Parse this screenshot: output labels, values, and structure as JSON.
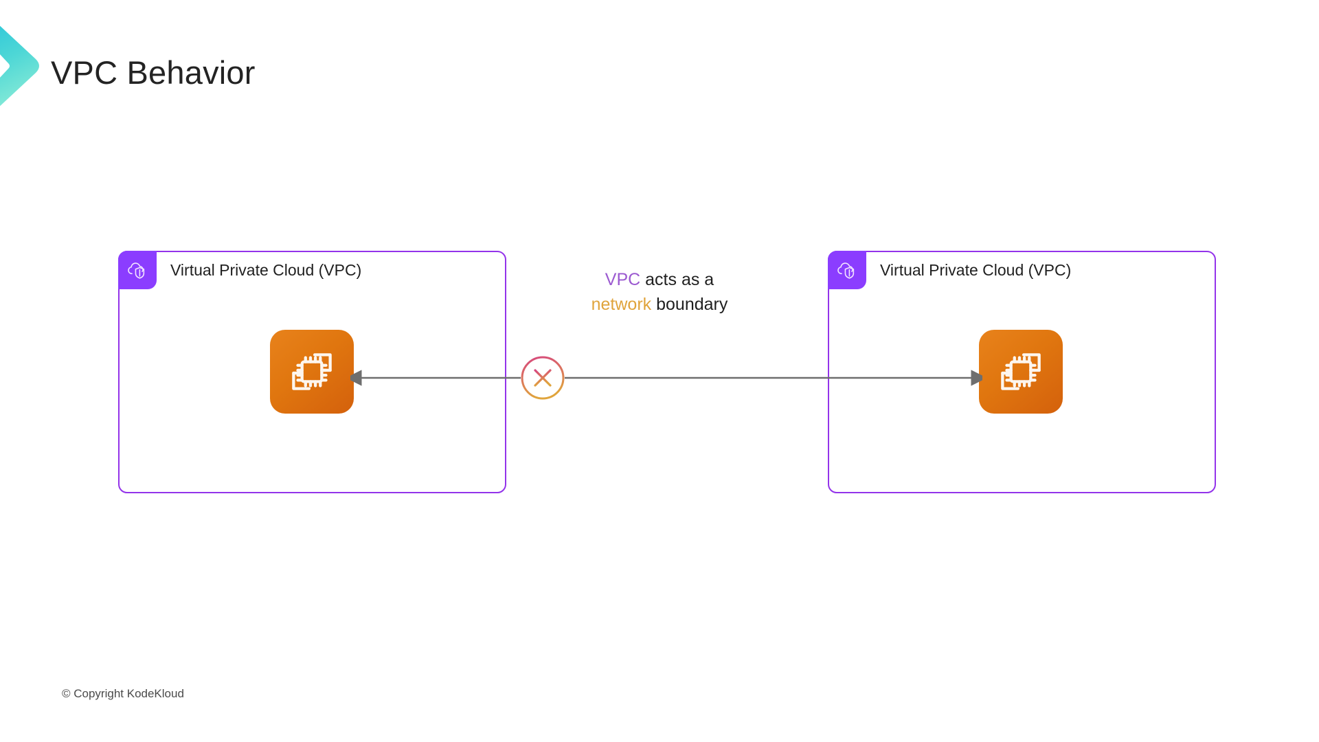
{
  "brand": {
    "logo_icon": "chevron-right-logo",
    "gradient_start": "#2fc9d8",
    "gradient_end": "#7fe8d6"
  },
  "header": {
    "title": "VPC Behavior",
    "title_color": "#232323"
  },
  "vpc_boxes": [
    {
      "id": "left",
      "label": "Virtual Private Cloud (VPC)",
      "badge_icon": "cloud-shield-icon",
      "badge_color": "#8b3dff",
      "border_color": "#9333ea",
      "instance_icon": "ec2-instance-icon"
    },
    {
      "id": "right",
      "label": "Virtual Private Cloud (VPC)",
      "badge_icon": "cloud-shield-icon",
      "badge_color": "#8b3dff",
      "border_color": "#9333ea",
      "instance_icon": "ec2-instance-icon"
    }
  ],
  "caption": {
    "line1_highlight": "VPC",
    "line1_rest": " acts as a",
    "line2_highlight": "network",
    "line2_rest": " boundary",
    "highlight1_color": "#9b59d0",
    "highlight2_color": "#e0a43c"
  },
  "connector": {
    "line_color": "#6e6e6e",
    "blocked_icon": "x-circle-icon",
    "blocked_gradient_start": "#d6457f",
    "blocked_gradient_end": "#e0a43c",
    "direction": "bidirectional"
  },
  "footer": {
    "copyright": "© Copyright KodeKloud"
  }
}
